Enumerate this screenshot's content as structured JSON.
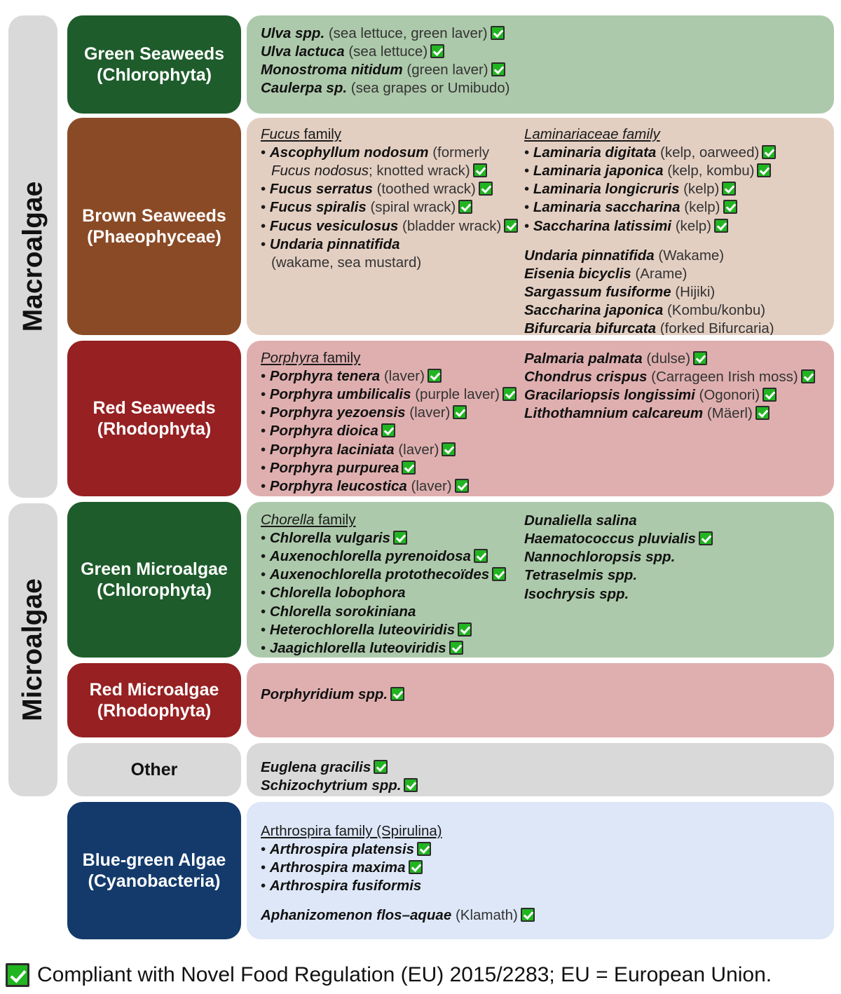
{
  "legend": {
    "icon": "green-check-box-icon",
    "text": "Compliant with Novel Food Regulation (EU) 2015/2283; EU = European Union."
  },
  "rails": [
    {
      "id": "macroalgae",
      "label": "Macroalgae",
      "color": "#d9d9d9"
    },
    {
      "id": "microalgae",
      "label": "Microalgae",
      "color": "#d9d9d9"
    }
  ],
  "rows": [
    {
      "id": "green-seaweeds",
      "category": "Green Seaweeds\n(Chlorophyta)",
      "cat_color": "#1e5c2b",
      "cat_text_color": "#ffffff",
      "panel_color": "#adc9ab",
      "columns": [
        {
          "groups": [
            {
              "heading": null,
              "items": [
                {
                  "sci": "Ulva spp.",
                  "com": "(sea lettuce, green laver)",
                  "check": true,
                  "bullet": false
                },
                {
                  "sci": "Ulva lactuca",
                  "com": "(sea lettuce)",
                  "check": true,
                  "bullet": false
                },
                {
                  "sci": "Monostroma nitidum",
                  "com": "(green laver)",
                  "check": true,
                  "bullet": false
                },
                {
                  "sci": "Caulerpa sp.",
                  "com": "(sea grapes or Umibudo)",
                  "check": false,
                  "bullet": false
                }
              ]
            }
          ]
        }
      ]
    },
    {
      "id": "brown-seaweeds",
      "category": "Brown Seaweeds\n(Phaeophyceae)",
      "cat_color": "#8a4a26",
      "cat_text_color": "#ffffff",
      "panel_color": "#e3cfc2",
      "columns": [
        {
          "groups": [
            {
              "heading": "Fucus family",
              "heading_italic_part": "Fucus",
              "items": [
                {
                  "sci": "Ascophyllum nodosum",
                  "com": "(formerly",
                  "cont_italic": "Fucus nodosus",
                  "cont_plain": "; knotted wrack)",
                  "check": true,
                  "bullet": true
                },
                {
                  "sci": "Fucus serratus",
                  "com": "(toothed wrack)",
                  "check": true,
                  "bullet": true
                },
                {
                  "sci": "Fucus spiralis",
                  "com": "(spiral wrack)",
                  "check": true,
                  "bullet": true
                },
                {
                  "sci": "Fucus vesiculosus",
                  "com": "(bladder wrack)",
                  "check": true,
                  "bullet": true
                },
                {
                  "sci": "Undaria pinnatifida",
                  "com": "",
                  "cont_plain": "(wakame, sea mustard)",
                  "check": false,
                  "bullet": true
                }
              ]
            }
          ]
        },
        {
          "groups": [
            {
              "heading": "Laminariaceae family",
              "heading_italic_part": "Laminariaceae family",
              "items": [
                {
                  "sci": "Laminaria digitata",
                  "com": "(kelp, oarweed)",
                  "check": true,
                  "bullet": true
                },
                {
                  "sci": "Laminaria japonica",
                  "com": "(kelp, kombu)",
                  "check": true,
                  "bullet": true
                },
                {
                  "sci": "Laminaria longicruris",
                  "com": "(kelp)",
                  "check": true,
                  "bullet": true
                },
                {
                  "sci": "Laminaria saccharina",
                  "com": "(kelp)",
                  "check": true,
                  "bullet": true
                },
                {
                  "sci": "Saccharina latissimi",
                  "com": "(kelp)",
                  "check": true,
                  "bullet": true
                }
              ]
            },
            {
              "heading": null,
              "spacer": true,
              "items": [
                {
                  "sci": "Undaria pinnatifida",
                  "com": "(Wakame)",
                  "check": false,
                  "bullet": false
                },
                {
                  "sci": "Eisenia bicyclis",
                  "com": "(Arame)",
                  "check": false,
                  "bullet": false
                },
                {
                  "sci": "Sargassum fusiforme",
                  "com": "(Hijiki)",
                  "check": false,
                  "bullet": false
                },
                {
                  "sci": "Saccharina japonica",
                  "com": "(Kombu/konbu)",
                  "check": false,
                  "bullet": false
                },
                {
                  "sci": "Bifurcaria bifurcata",
                  "com": "(forked Bifurcaria)",
                  "check": false,
                  "bullet": false
                }
              ]
            }
          ]
        }
      ]
    },
    {
      "id": "red-seaweeds",
      "category": "Red Seaweeds\n(Rhodophyta)",
      "cat_color": "#962022",
      "cat_text_color": "#ffffff",
      "panel_color": "#dfafaf",
      "columns": [
        {
          "groups": [
            {
              "heading": "Porphyra family",
              "heading_italic_part": "Porphyra",
              "items": [
                {
                  "sci": "Porphyra tenera",
                  "com": "(laver)",
                  "check": true,
                  "bullet": true
                },
                {
                  "sci": "Porphyra umbilicalis",
                  "com": "(purple laver)",
                  "check": true,
                  "bullet": true
                },
                {
                  "sci": "Porphyra yezoensis",
                  "com": "(laver)",
                  "check": true,
                  "bullet": true
                },
                {
                  "sci": "Porphyra dioica",
                  "com": "",
                  "check": true,
                  "bullet": true
                },
                {
                  "sci": "Porphyra laciniata",
                  "com": "(laver)",
                  "check": true,
                  "bullet": true
                },
                {
                  "sci": "Porphyra purpurea",
                  "com": "",
                  "check": true,
                  "bullet": true
                },
                {
                  "sci": "Porphyra leucostica",
                  "com": "(laver)",
                  "check": true,
                  "bullet": true
                }
              ]
            }
          ]
        },
        {
          "groups": [
            {
              "heading": null,
              "items": [
                {
                  "sci": "Palmaria palmata",
                  "com": "(dulse)",
                  "check": true,
                  "bullet": false
                },
                {
                  "sci": "Chondrus crispus",
                  "com": "(Carrageen Irish moss)",
                  "check": true,
                  "bullet": false
                },
                {
                  "sci": "Gracilariopsis longissimi",
                  "com": "(Ogonori)",
                  "check": true,
                  "bullet": false
                },
                {
                  "sci": "Lithothamnium calcareum",
                  "com": "(Mäerl)",
                  "check": true,
                  "bullet": false
                }
              ]
            }
          ]
        }
      ]
    },
    {
      "id": "green-microalgae",
      "category": "Green Microalgae\n(Chlorophyta)",
      "cat_color": "#1e5c2b",
      "cat_text_color": "#ffffff",
      "panel_color": "#adc9ab",
      "columns": [
        {
          "groups": [
            {
              "heading": "Chorella family",
              "heading_italic_part": "Chorella",
              "items": [
                {
                  "sci": "Chlorella vulgaris",
                  "com": "",
                  "check": true,
                  "bullet": true
                },
                {
                  "sci": "Auxenochlorella pyrenoidosa",
                  "com": "",
                  "check": true,
                  "bullet": true
                },
                {
                  "sci": "Auxenochlorella protothecoïdes",
                  "com": "",
                  "check": true,
                  "bullet": true
                },
                {
                  "sci": "Chlorella lobophora",
                  "com": "",
                  "check": false,
                  "bullet": true
                },
                {
                  "sci": "Chlorella sorokiniana",
                  "com": "",
                  "check": false,
                  "bullet": true
                },
                {
                  "sci": "Heterochlorella luteoviridis",
                  "com": "",
                  "check": true,
                  "bullet": true
                },
                {
                  "sci": "Jaagichlorella luteoviridis",
                  "com": "",
                  "check": true,
                  "bullet": true
                }
              ]
            }
          ]
        },
        {
          "groups": [
            {
              "heading": null,
              "items": [
                {
                  "sci": "Dunaliella salina",
                  "com": "",
                  "check": false,
                  "bullet": false
                },
                {
                  "sci": "Haematococcus pluvialis",
                  "com": "",
                  "check": true,
                  "bullet": false
                },
                {
                  "sci": "Nannochloropsis spp.",
                  "com": "",
                  "check": false,
                  "bullet": false
                },
                {
                  "sci": "Tetraselmis spp.",
                  "com": "",
                  "check": false,
                  "bullet": false
                },
                {
                  "sci": "Isochrysis spp.",
                  "com": "",
                  "check": false,
                  "bullet": false
                }
              ]
            }
          ]
        }
      ]
    },
    {
      "id": "red-microalgae",
      "category": "Red Microalgae\n(Rhodophyta)",
      "cat_color": "#962022",
      "cat_text_color": "#ffffff",
      "panel_color": "#dfafaf",
      "columns": [
        {
          "groups": [
            {
              "heading": null,
              "items": [
                {
                  "sci": "Porphyridium spp.",
                  "com": "",
                  "check": true,
                  "bullet": false
                }
              ]
            }
          ]
        }
      ]
    },
    {
      "id": "other",
      "category": "Other",
      "cat_color": "#d9d9d9",
      "cat_text_color": "#111111",
      "panel_color": "#d9d9d9",
      "columns": [
        {
          "groups": [
            {
              "heading": null,
              "items": [
                {
                  "sci": "Euglena gracilis",
                  "com": "",
                  "check": true,
                  "bullet": false
                },
                {
                  "sci": "Schizochytrium spp.",
                  "com": "",
                  "check": true,
                  "bullet": false
                }
              ]
            }
          ]
        }
      ]
    },
    {
      "id": "blue-green-algae",
      "category": "Blue-green Algae\n(Cyanobacteria)",
      "cat_color": "#133a6b",
      "cat_text_color": "#ffffff",
      "panel_color": "#dde7f7",
      "columns": [
        {
          "groups": [
            {
              "heading": "Arthrospira family (Spirulina)",
              "heading_italic_part": null,
              "items": [
                {
                  "sci": "Arthrospira platensis",
                  "com": "",
                  "check": true,
                  "bullet": true
                },
                {
                  "sci": "Arthrospira maxima",
                  "com": "",
                  "check": true,
                  "bullet": true
                },
                {
                  "sci": "Arthrospira fusiformis",
                  "com": "",
                  "check": false,
                  "bullet": true
                }
              ]
            },
            {
              "heading": null,
              "spacer": true,
              "items": [
                {
                  "sci": "Aphanizomenon flos–aquae",
                  "com": "(Klamath)",
                  "check": true,
                  "bullet": false
                }
              ]
            }
          ]
        }
      ]
    }
  ]
}
